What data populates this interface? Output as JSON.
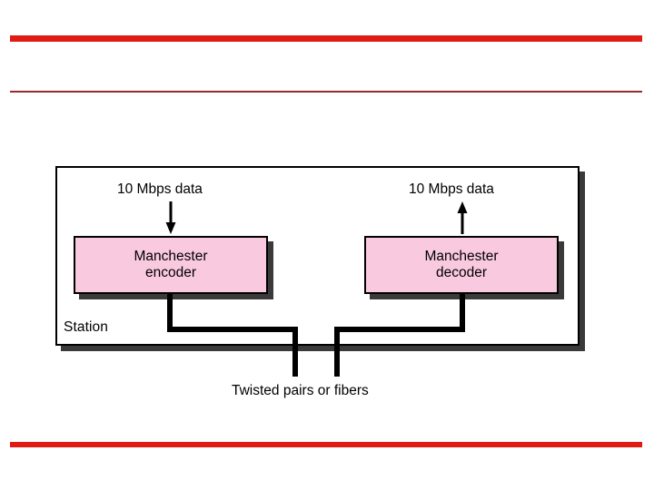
{
  "slide": {
    "background_color": "#ffffff",
    "rules": [
      {
        "name": "top-thick-rule",
        "color": "#e01b14"
      },
      {
        "name": "middle-thin-rule",
        "color": "#9b2b2b"
      },
      {
        "name": "bottom-thick-rule",
        "color": "#e01b14"
      }
    ]
  },
  "diagram": {
    "title": "",
    "station": {
      "label": "Station",
      "fill_color": "#ffffff",
      "border_color": "#000000"
    },
    "blocks": [
      {
        "id": "manchester-encoder",
        "line1": "Manchester",
        "line2": "encoder",
        "fill_color": "#f9c9e0",
        "border_color": "#000000"
      },
      {
        "id": "manchester-decoder",
        "line1": "Manchester",
        "line2": "decoder",
        "fill_color": "#f9c9e0",
        "border_color": "#000000"
      }
    ],
    "signals": [
      {
        "id": "input-data",
        "label": "10 Mbps data",
        "direction": "down",
        "arrow_icon": "arrow-down-icon"
      },
      {
        "id": "output-data",
        "label": "10 Mbps data",
        "direction": "up",
        "arrow_icon": "arrow-up-icon"
      }
    ],
    "medium": {
      "label": "Twisted pairs or fibers"
    }
  }
}
